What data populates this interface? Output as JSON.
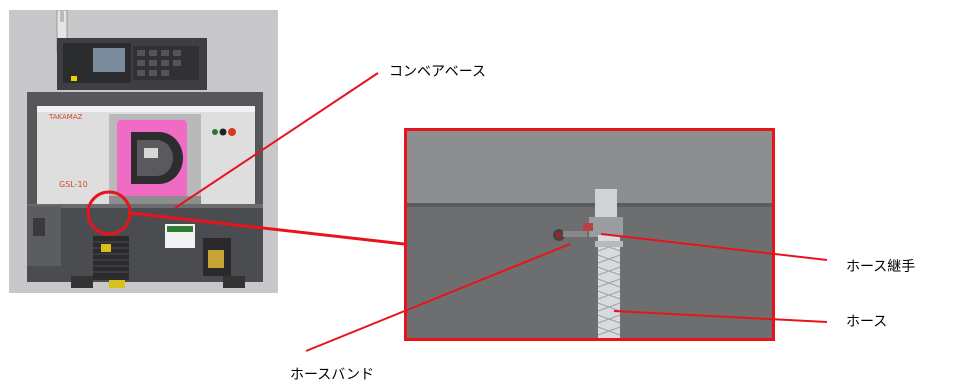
{
  "labels": {
    "conveyor_base": "コンベアベース",
    "hose_fitting": "ホース継手",
    "hose": "ホース",
    "hose_band": "ホースバンド"
  },
  "machine": {
    "brand": "TAKAMAZ",
    "model": "GSL-10"
  },
  "colors": {
    "callout_red": "#e8141c",
    "door_pink": "#f06bc4",
    "machine_dark": "#4a4c4f",
    "machine_light": "#d9d9d9"
  }
}
